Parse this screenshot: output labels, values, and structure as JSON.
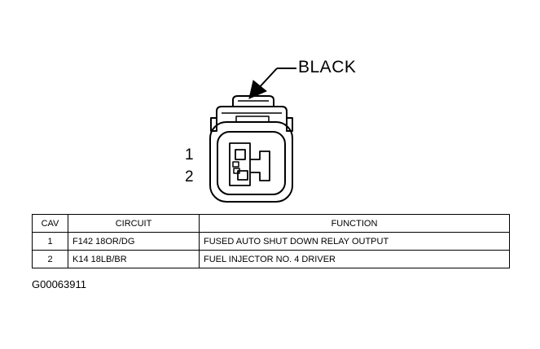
{
  "connector": {
    "color_label": "BLACK",
    "cavity_labels": [
      "1",
      "2"
    ]
  },
  "table": {
    "headers": {
      "cav": "CAV",
      "circuit": "CIRCUIT",
      "function": "FUNCTION"
    },
    "rows": [
      {
        "cav": "1",
        "circuit": "F142 18OR/DG",
        "function": "FUSED AUTO SHUT DOWN RELAY OUTPUT"
      },
      {
        "cav": "2",
        "circuit": "K14 18LB/BR",
        "function": "FUEL INJECTOR NO. 4 DRIVER"
      }
    ]
  },
  "figure_id": "G00063911"
}
